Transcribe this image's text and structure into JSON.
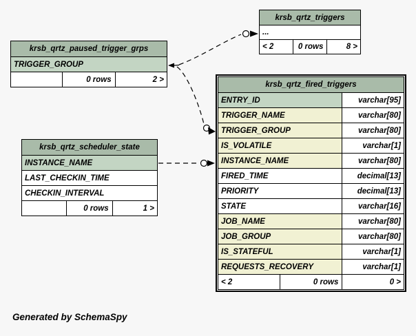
{
  "diagram": {
    "caption": "Generated by SchemaSpy",
    "colors": {
      "page_bg": "#f7f7f7",
      "table_header_bg": "#a9bba9",
      "primary_key_bg": "#c3d5c3",
      "indexed_column_bg": "#f1f1d3",
      "plain_row_bg": "#ffffff",
      "border": "#000000"
    },
    "tables": [
      {
        "name": "krsb_qrtz_triggers",
        "columns": [
          {
            "name": "...",
            "type": ""
          }
        ],
        "footer": {
          "left": "< 2",
          "rows": "0 rows",
          "right": "8 >"
        }
      },
      {
        "name": "krsb_qrtz_paused_trigger_grps",
        "columns": [
          {
            "name": "TRIGGER_GROUP",
            "type": ""
          }
        ],
        "footer": {
          "left": "",
          "rows": "0 rows",
          "right": "2 >"
        }
      },
      {
        "name": "krsb_qrtz_scheduler_state",
        "columns": [
          {
            "name": "INSTANCE_NAME",
            "type": ""
          },
          {
            "name": "LAST_CHECKIN_TIME",
            "type": ""
          },
          {
            "name": "CHECKIN_INTERVAL",
            "type": ""
          }
        ],
        "footer": {
          "left": "",
          "rows": "0 rows",
          "right": "1 >"
        }
      },
      {
        "name": "krsb_qrtz_fired_triggers",
        "columns": [
          {
            "name": "ENTRY_ID",
            "type": "varchar[95]"
          },
          {
            "name": "TRIGGER_NAME",
            "type": "varchar[80]"
          },
          {
            "name": "TRIGGER_GROUP",
            "type": "varchar[80]"
          },
          {
            "name": "IS_VOLATILE",
            "type": "varchar[1]"
          },
          {
            "name": "INSTANCE_NAME",
            "type": "varchar[80]"
          },
          {
            "name": "FIRED_TIME",
            "type": "decimal[13]"
          },
          {
            "name": "PRIORITY",
            "type": "decimal[13]"
          },
          {
            "name": "STATE",
            "type": "varchar[16]"
          },
          {
            "name": "JOB_NAME",
            "type": "varchar[80]"
          },
          {
            "name": "JOB_GROUP",
            "type": "varchar[80]"
          },
          {
            "name": "IS_STATEFUL",
            "type": "varchar[1]"
          },
          {
            "name": "REQUESTS_RECOVERY",
            "type": "varchar[1]"
          }
        ],
        "footer": {
          "left": "< 2",
          "rows": "0 rows",
          "right": "0 >"
        }
      }
    ],
    "relationships": [
      {
        "from_table": "krsb_qrtz_paused_trigger_grps",
        "from_column": "TRIGGER_GROUP",
        "to_table": "krsb_qrtz_triggers"
      },
      {
        "from_table": "krsb_qrtz_paused_trigger_grps",
        "from_column": "TRIGGER_GROUP",
        "to_table": "krsb_qrtz_fired_triggers",
        "to_column": "TRIGGER_GROUP"
      },
      {
        "from_table": "krsb_qrtz_scheduler_state",
        "from_column": "INSTANCE_NAME",
        "to_table": "krsb_qrtz_fired_triggers",
        "to_column": "INSTANCE_NAME"
      }
    ]
  }
}
